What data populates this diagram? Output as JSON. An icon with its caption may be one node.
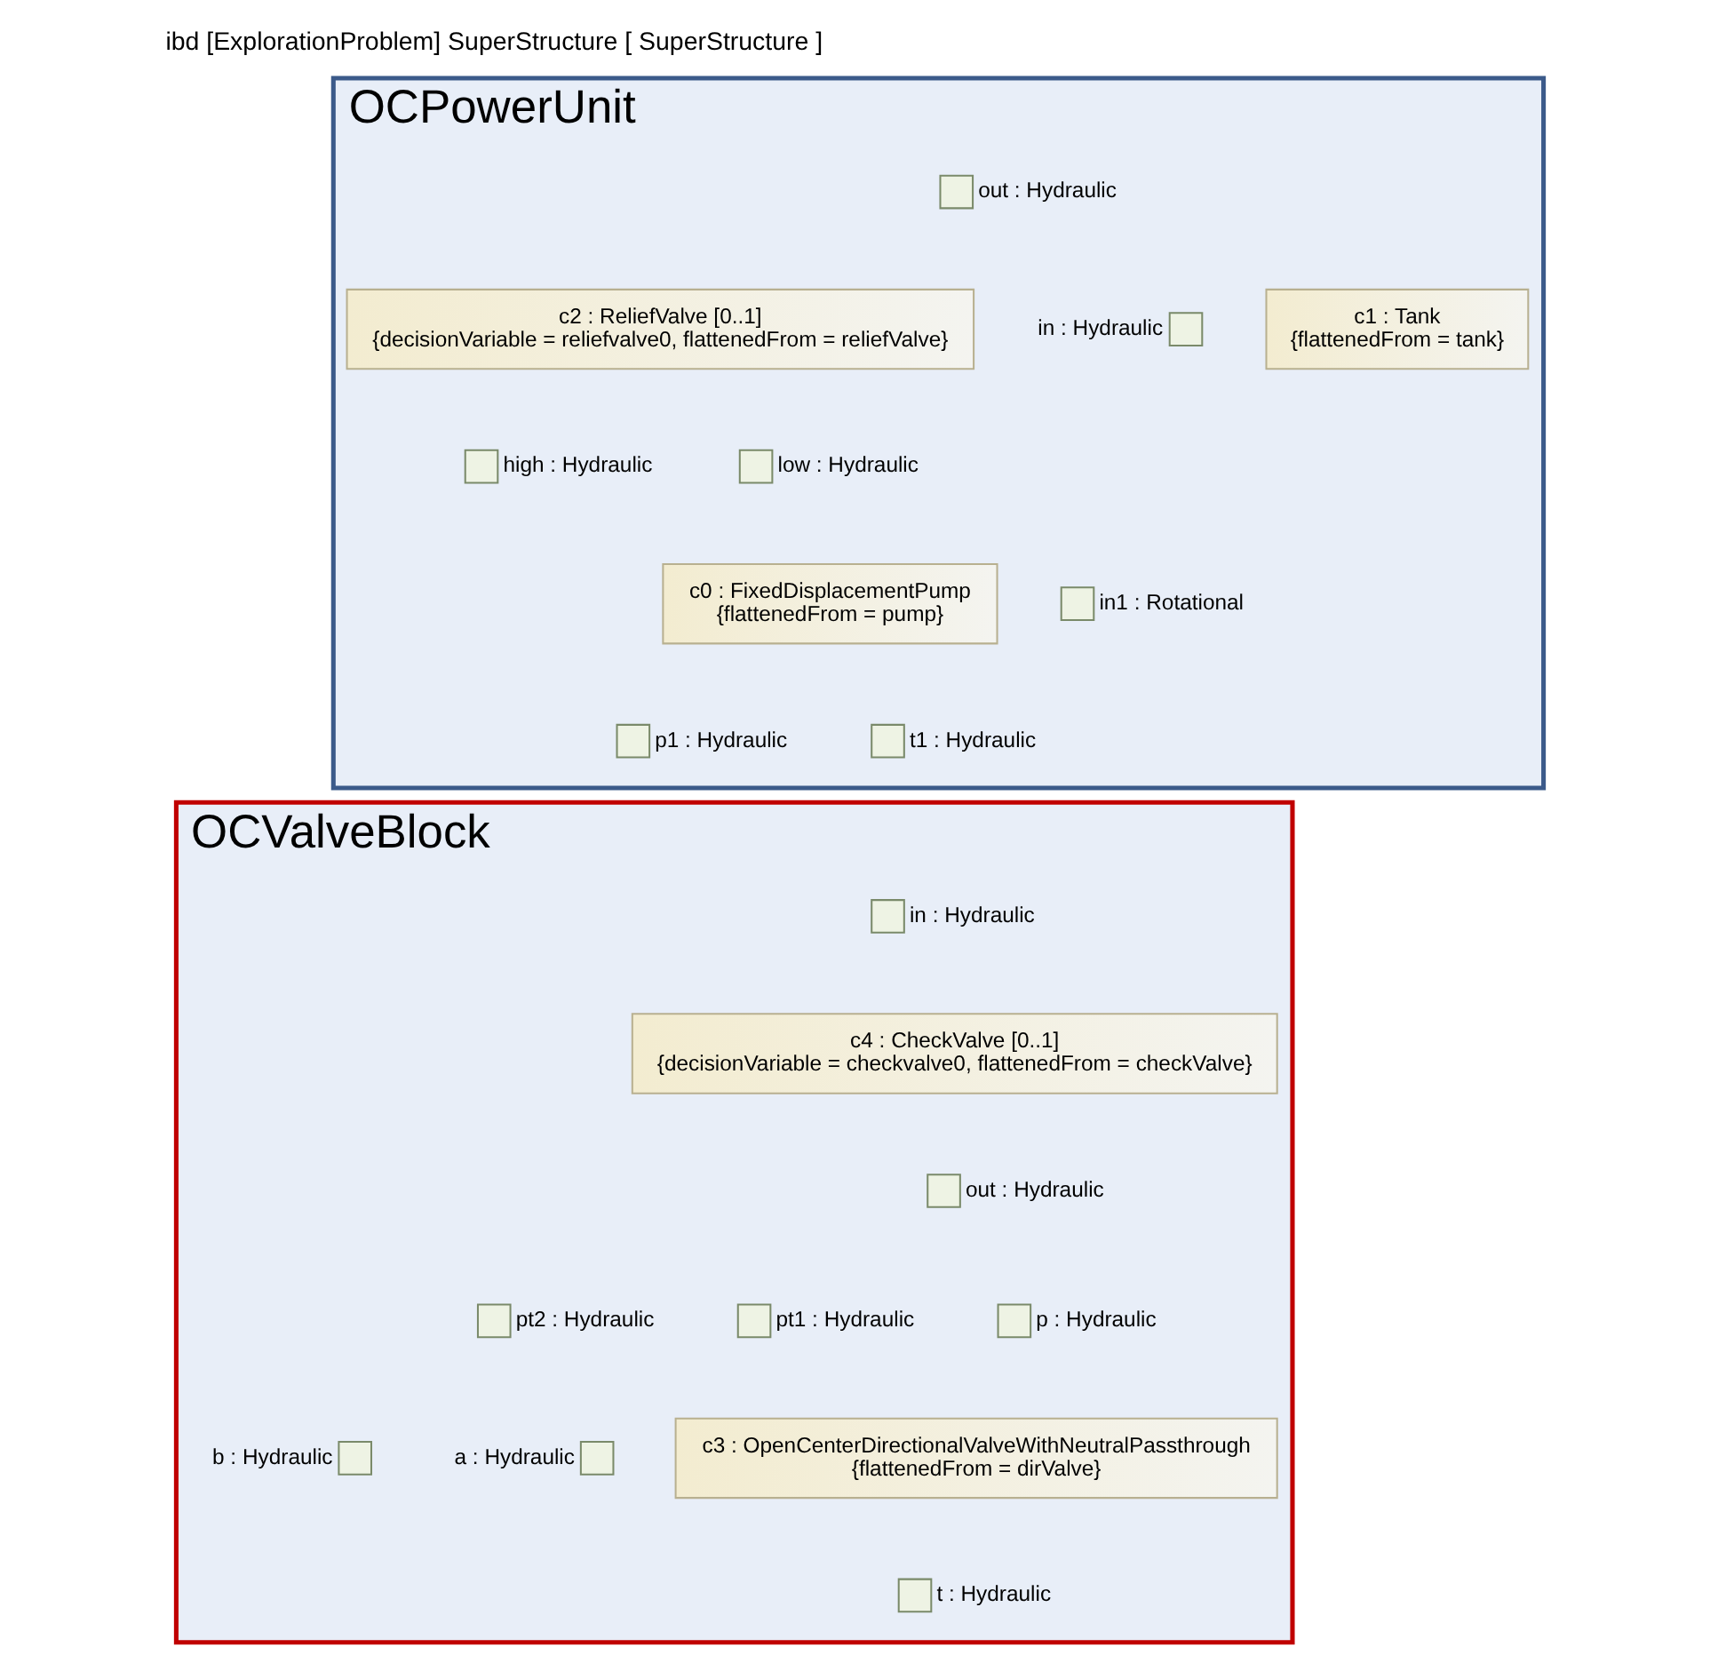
{
  "diagram": {
    "title": "ibd [ExplorationProblem] SuperStructure [ SuperStructure ]",
    "nodes": [
      {
        "text": [
          "OCPowerUnit"
        ]
      },
      {
        "text": [
          "c1 : Tank",
          "{flattenedFrom = tank}"
        ],
        "in": 0
      },
      {
        "text": [],
        "shape": "box",
        "beside": [
          "in : Hydraulic"
        ],
        "in": 0
      },
      {
        "text": [],
        "shape": "box",
        "beside": [
          "out : Hydraulic"
        ],
        "in": 0
      },
      {
        "text": [
          "c2 : ReliefValve [0..1]",
          "{decisionVariable = reliefvalve0, flattenedFrom = reliefValve}"
        ],
        "in": 0
      },
      {
        "text": [],
        "shape": "box",
        "beside": [
          "high : Hydraulic"
        ],
        "in": 0
      },
      {
        "text": [],
        "shape": "box",
        "beside": [
          "low : Hydraulic"
        ],
        "in": 0
      },
      {
        "text": [
          "c0 : FixedDisplacementPump",
          "{flattenedFrom = pump}"
        ],
        "in": 0
      },
      {
        "text": [],
        "shape": "box",
        "beside": [
          "in1 : Rotational"
        ],
        "in": 0
      },
      {
        "text": [],
        "shape": "box",
        "beside": [
          "p1 : Hydraulic"
        ],
        "in": 0
      },
      {
        "text": [],
        "shape": "box",
        "beside": [
          "t1 : Hydraulic"
        ],
        "in": 0
      },
      {
        "text": [
          "OCValveBlock"
        ]
      },
      {
        "text": [],
        "shape": "box",
        "beside": [
          "in : Hydraulic"
        ],
        "in": 11
      },
      {
        "text": [
          "c4 : CheckValve [0..1]",
          "{decisionVariable = checkvalve0, flattenedFrom = checkValve}"
        ],
        "in": 11
      },
      {
        "text": [],
        "shape": "box",
        "beside": [
          "out : Hydraulic"
        ],
        "in": 11
      },
      {
        "text": [],
        "shape": "box",
        "beside": [
          "pt1 : Hydraulic"
        ],
        "in": 11
      },
      {
        "text": [],
        "shape": "box",
        "beside": [
          "p : Hydraulic"
        ],
        "in": 11
      },
      {
        "text": [],
        "shape": "box",
        "beside": [
          "pt2 : Hydraulic"
        ],
        "in": 11
      },
      {
        "text": [],
        "shape": "box",
        "beside": [
          "a : Hydraulic"
        ],
        "in": 11
      },
      {
        "text": [],
        "shape": "box",
        "beside": [
          "b : Hydraulic"
        ],
        "in": 11
      },
      {
        "text": [
          "c3 : OpenCenterDirectionalValveWithNeutralPassthrough",
          "{flattenedFrom = dirValve}"
        ],
        "in": 11
      },
      {
        "text": [],
        "shape": "box",
        "beside": [
          "t : Hydraulic"
        ],
        "in": 11
      }
    ],
    "edges": []
  }
}
